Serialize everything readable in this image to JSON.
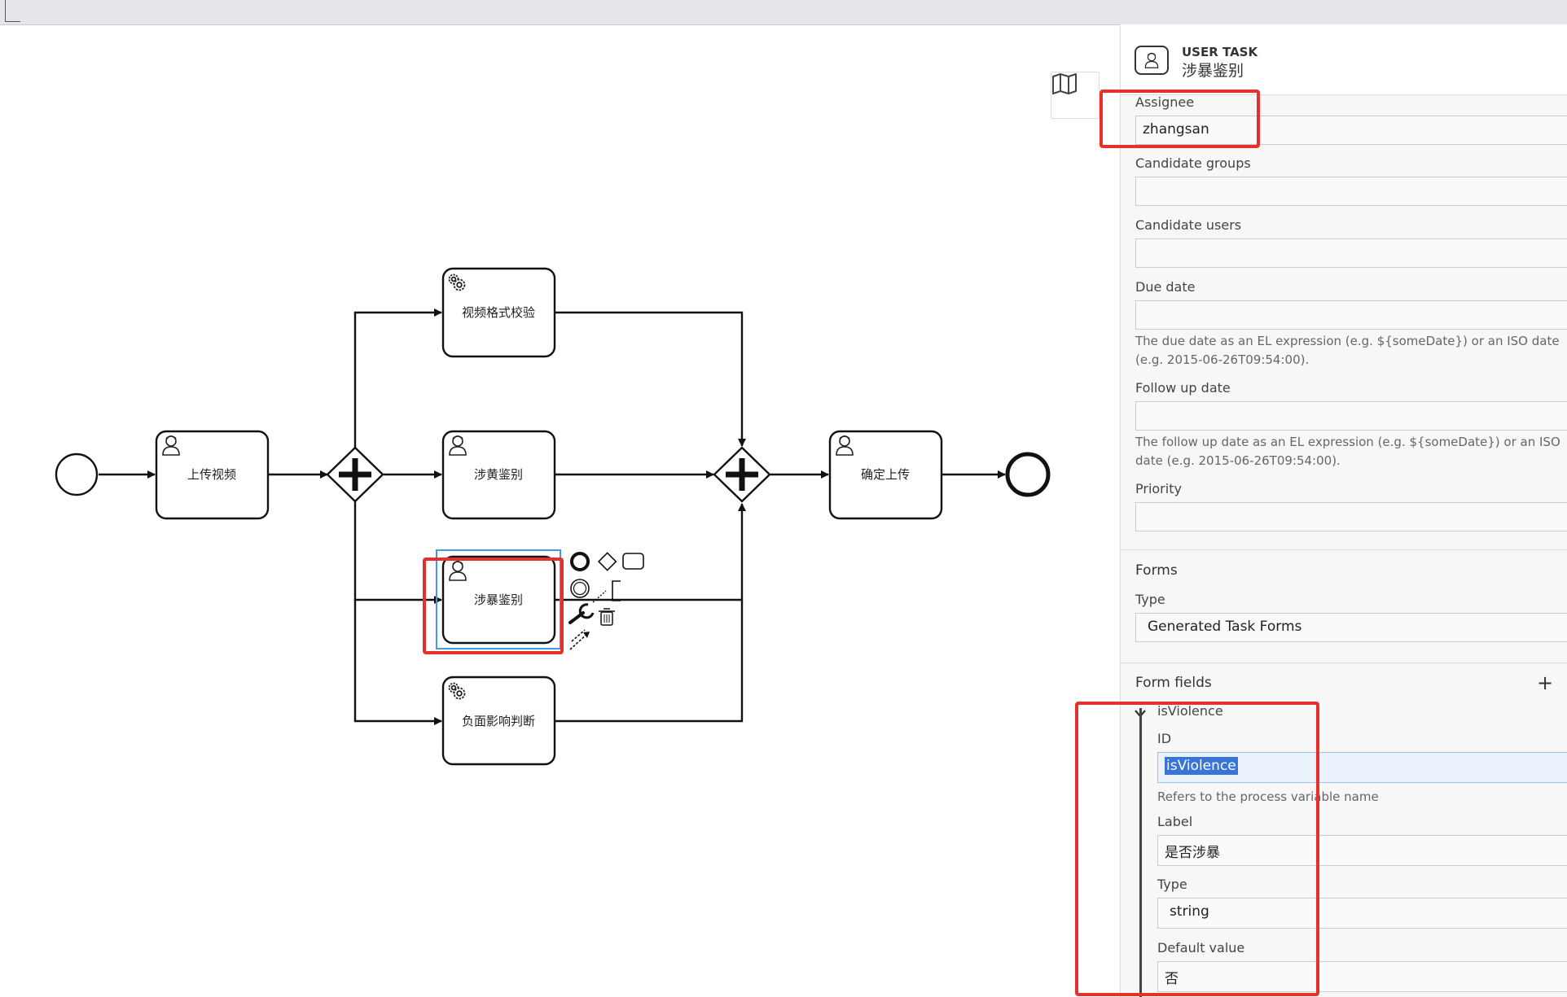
{
  "diagram": {
    "tasks": [
      {
        "name": "上传视频"
      },
      {
        "name": "视频格式校验"
      },
      {
        "name": "涉黄鉴别"
      },
      {
        "name": "涉暴鉴别"
      },
      {
        "name": "负面影响判断"
      },
      {
        "name": "确定上传"
      }
    ]
  },
  "panel": {
    "element_type": "USER TASK",
    "element_name": "涉暴鉴别",
    "assignee": {
      "label": "Assignee",
      "value": "zhangsan"
    },
    "candidate_groups": {
      "label": "Candidate groups",
      "value": ""
    },
    "candidate_users": {
      "label": "Candidate users",
      "value": ""
    },
    "due_date": {
      "label": "Due date",
      "value": "",
      "hint": "The due date as an EL expression (e.g. ${someDate}) or an ISO date (e.g. 2015-06-26T09:54:00)."
    },
    "follow_up_date": {
      "label": "Follow up date",
      "value": "",
      "hint": "The follow up date as an EL expression (e.g. ${someDate}) or an ISO date (e.g. 2015-06-26T09:54:00)."
    },
    "priority": {
      "label": "Priority",
      "value": ""
    },
    "forms": {
      "title": "Forms",
      "type_label": "Type",
      "type_value": "Generated Task Forms"
    },
    "form_fields": {
      "title": "Form fields",
      "add": "+",
      "field": {
        "name": "isViolence",
        "id_label": "ID",
        "id_value": "isViolence",
        "id_hint": "Refers to the process variable name",
        "label_label": "Label",
        "label_value": "是否涉暴",
        "type_label": "Type",
        "type_value": "string",
        "default_label": "Default value",
        "default_value": "否"
      }
    }
  }
}
